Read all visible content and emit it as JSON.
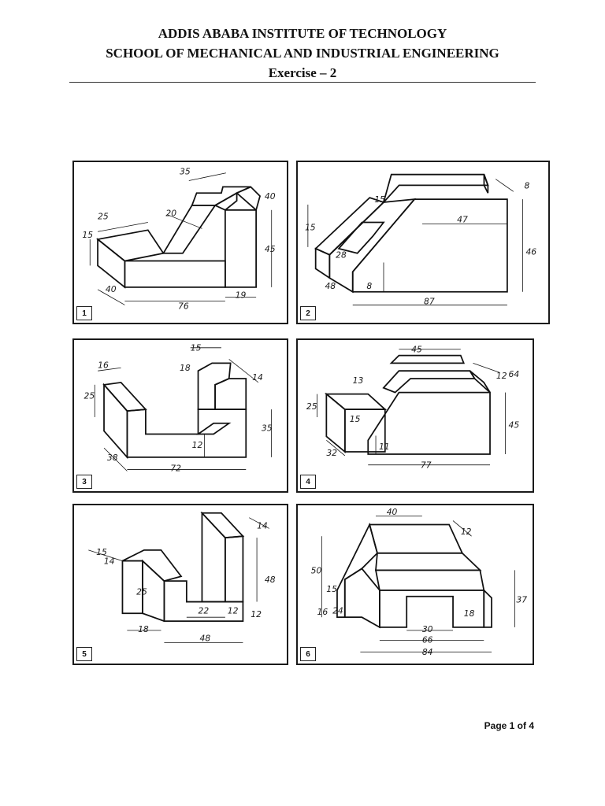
{
  "header": {
    "institute": "ADDIS ABABA INSTITUTE OF TECHNOLOGY",
    "school": "SCHOOL OF MECHANICAL AND INDUSTRIAL ENGINEERING",
    "title": "Exercise – 2"
  },
  "figures": [
    {
      "number": "1",
      "dims": [
        "35",
        "40",
        "25",
        "20",
        "15",
        "45",
        "40",
        "76",
        "19"
      ]
    },
    {
      "number": "2",
      "dims": [
        "8",
        "15",
        "15",
        "47",
        "28",
        "46",
        "48",
        "8",
        "87"
      ]
    },
    {
      "number": "3",
      "dims": [
        "16",
        "15",
        "18",
        "14",
        "25",
        "35",
        "12",
        "38",
        "72"
      ]
    },
    {
      "number": "4",
      "dims": [
        "45",
        "64",
        "12",
        "13",
        "25",
        "15",
        "45",
        "32",
        "11",
        "77"
      ]
    },
    {
      "number": "5",
      "dims": [
        "14",
        "15",
        "14",
        "48",
        "25",
        "22",
        "12",
        "12",
        "18",
        "48"
      ]
    },
    {
      "number": "6",
      "dims": [
        "40",
        "12",
        "50",
        "15",
        "16",
        "24",
        "37",
        "18",
        "30",
        "66",
        "84"
      ]
    }
  ],
  "footer": {
    "page": "Page 1 of 4"
  }
}
